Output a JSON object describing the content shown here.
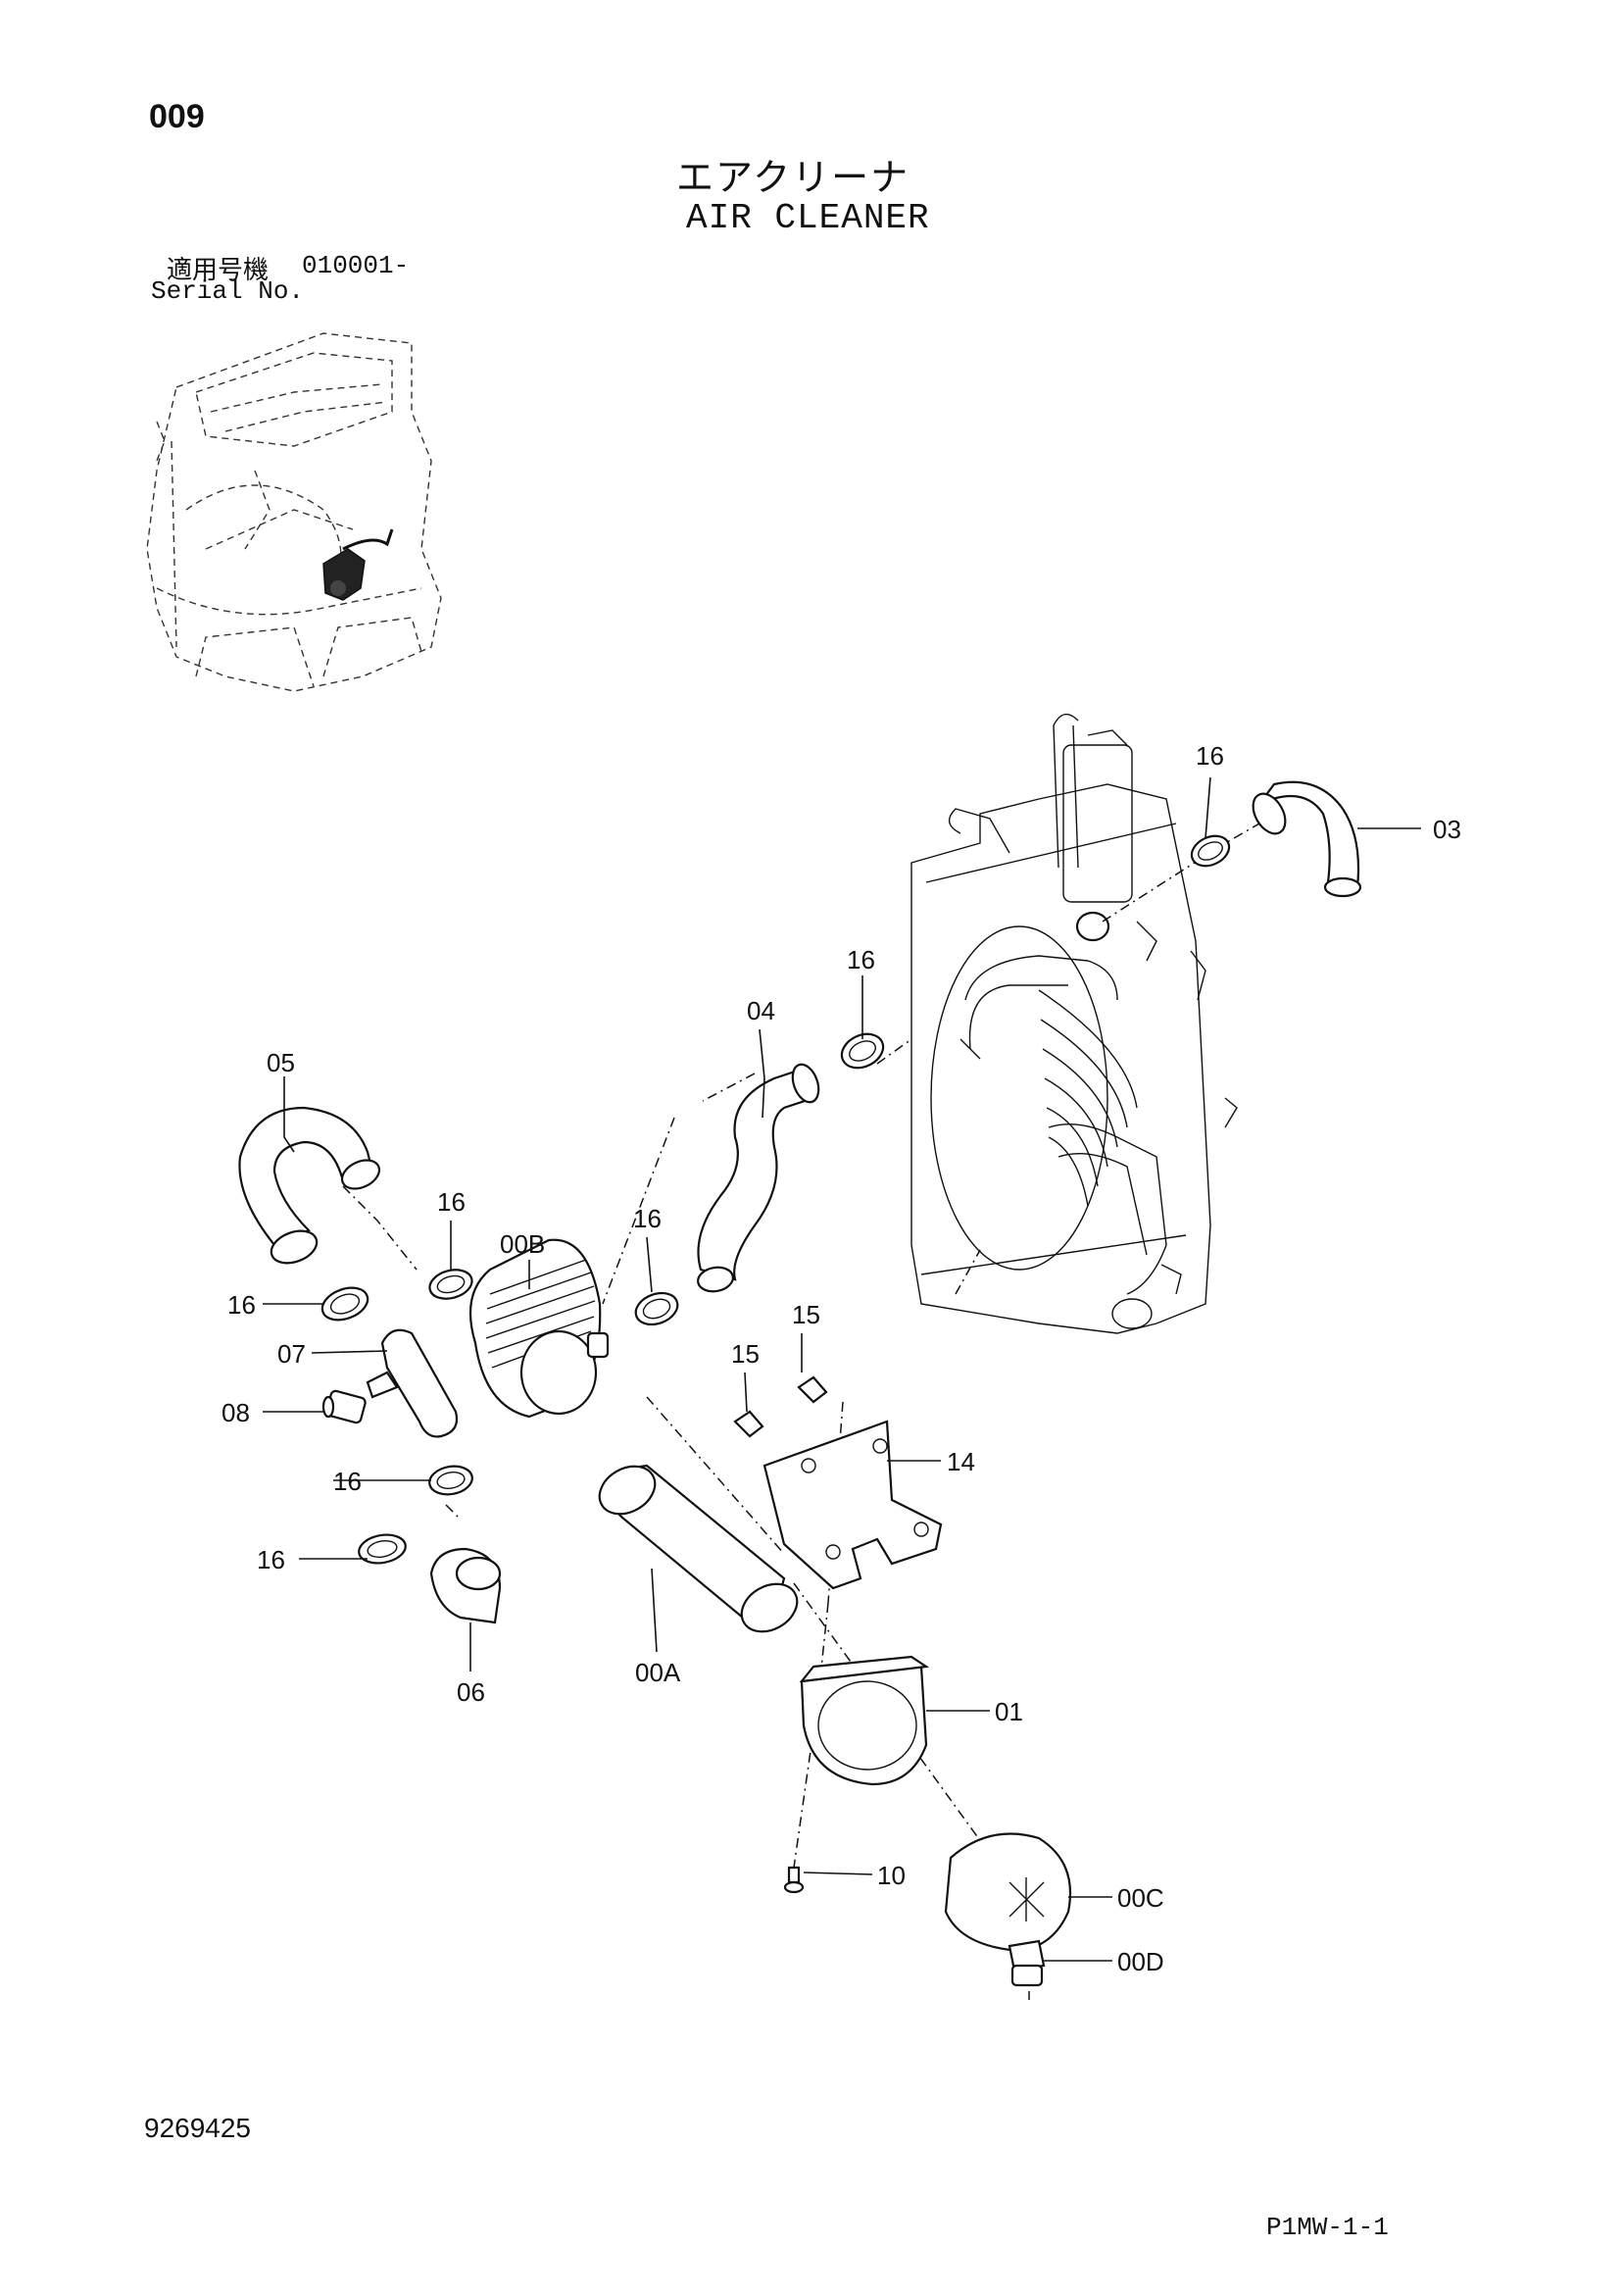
{
  "header": {
    "page_code": "009",
    "title_jp": "エアクリーナ",
    "title_en": "AIR CLEANER"
  },
  "serial": {
    "label_jp": "適用号機",
    "from": "010001-",
    "label_en": "Serial No."
  },
  "footer": {
    "doc_number": "9269425",
    "sheet_ref": "P1MW-1-1"
  },
  "callouts": {
    "c03": "03",
    "c16a": "16",
    "c16b": "16",
    "c04": "04",
    "c05": "05",
    "c16c": "16",
    "c00B": "00B",
    "c16d": "16",
    "c16e": "16",
    "c07": "07",
    "c08": "08",
    "c15a": "15",
    "c15b": "15",
    "c14": "14",
    "c16f": "16",
    "c16g": "16",
    "c06": "06",
    "c00A": "00A",
    "c01": "01",
    "c00C": "00C",
    "c10": "10",
    "c00D": "00D"
  }
}
